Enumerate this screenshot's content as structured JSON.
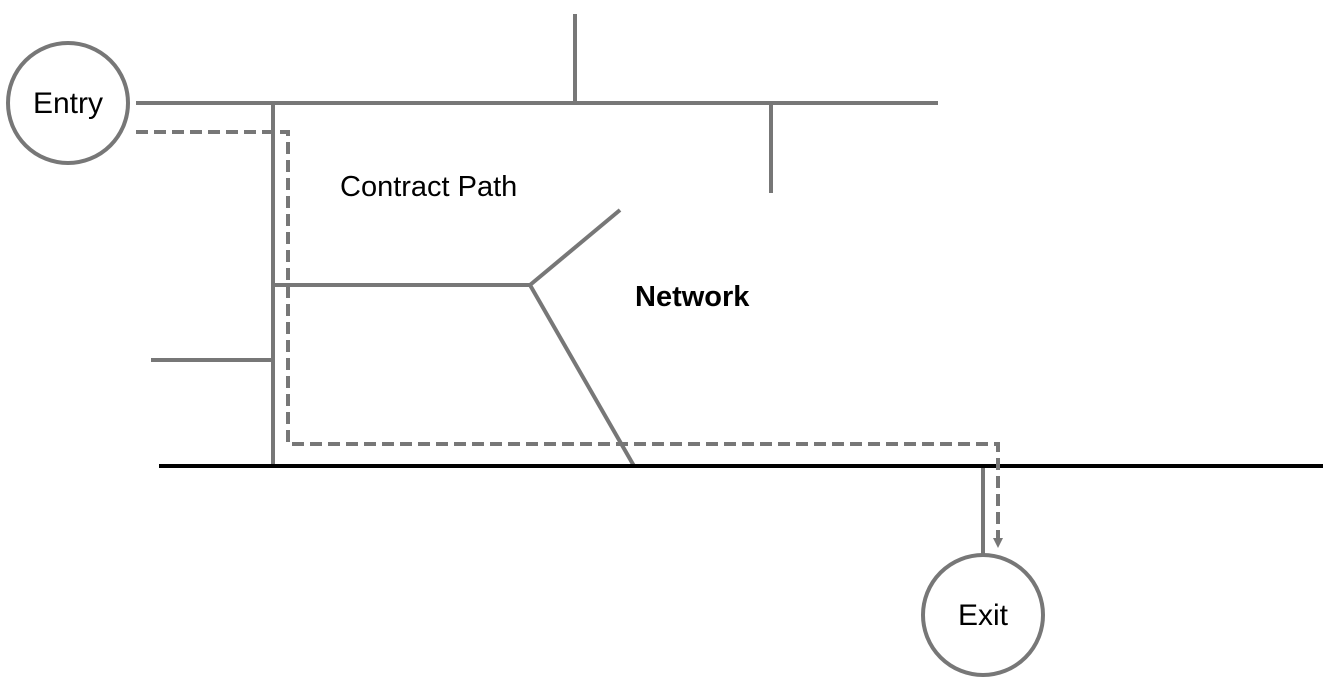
{
  "diagram": {
    "entry_label": "Entry",
    "exit_label": "Exit",
    "contract_path_label": "Contract Path",
    "network_label": "Network"
  },
  "colors": {
    "network_line": "#777777",
    "main_line": "#000000",
    "node_stroke": "#777777",
    "text": "#000000"
  }
}
